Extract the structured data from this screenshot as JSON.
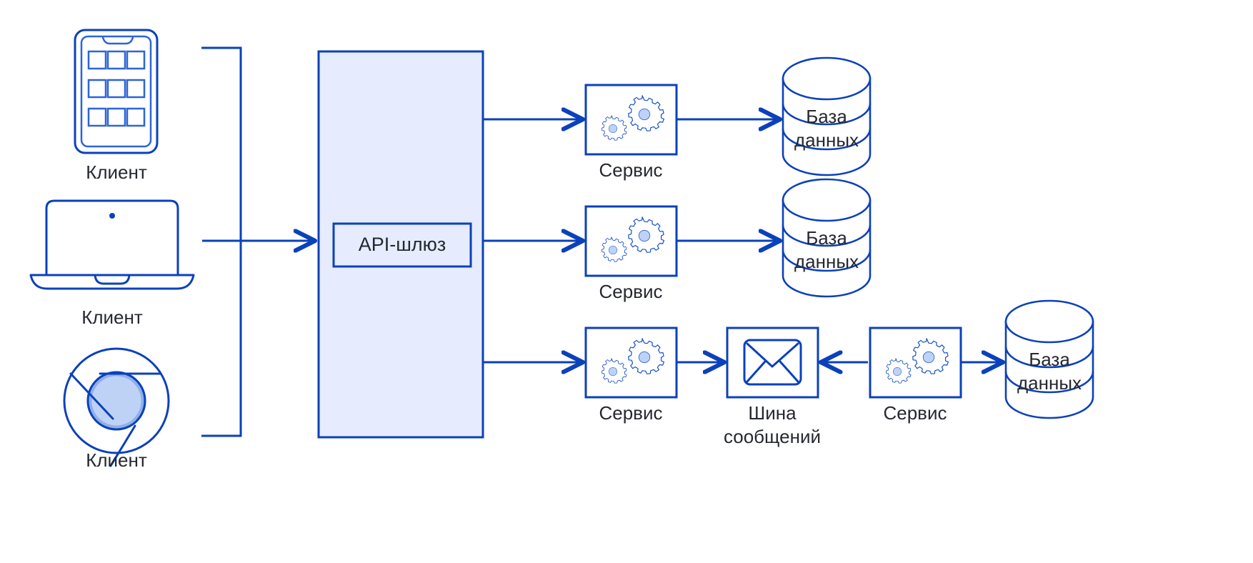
{
  "diagram": {
    "title": "Microservices architecture",
    "language": "ru",
    "colors": {
      "line": "#0b41ba",
      "line_light": "#2d64d8",
      "gateway_fill": "#e6ecfd",
      "accent_fill": "#bed2f5",
      "text": "#25282e",
      "background": "#ffffff"
    }
  },
  "clients": [
    {
      "id": "client-phone",
      "label": "Клиент",
      "icon": "mobile-phone-icon"
    },
    {
      "id": "client-laptop",
      "label": "Клиент",
      "icon": "laptop-icon"
    },
    {
      "id": "client-browser",
      "label": "Клиент",
      "icon": "browser-chrome-icon"
    }
  ],
  "gateway": {
    "label": "API-шлюз",
    "zone_name": "api-gateway-zone"
  },
  "services": [
    {
      "id": "service-1",
      "label": "Сервис",
      "icon": "gears-icon",
      "row": 1
    },
    {
      "id": "service-2",
      "label": "Сервис",
      "icon": "gears-icon",
      "row": 2
    },
    {
      "id": "service-3",
      "label": "Сервис",
      "icon": "gears-icon",
      "row": 3
    },
    {
      "id": "service-4",
      "label": "Сервис",
      "icon": "gears-icon",
      "row": 3
    }
  ],
  "databases": [
    {
      "id": "database-1",
      "label_line1": "База",
      "label_line2": "данных",
      "icon": "database-cylinder-icon",
      "row": 1
    },
    {
      "id": "database-2",
      "label_line1": "База",
      "label_line2": "данных",
      "icon": "database-cylinder-icon",
      "row": 2
    },
    {
      "id": "database-3",
      "label_line1": "База",
      "label_line2": "данных",
      "icon": "database-cylinder-icon",
      "row": 3
    }
  ],
  "message_bus": {
    "id": "message-bus",
    "label_line1": "Шина",
    "label_line2": "сообщений",
    "icon": "envelope-icon"
  },
  "connections": [
    {
      "from": "clients-bracket",
      "to": "api-gateway-zone",
      "direction": "right",
      "arrow": true
    },
    {
      "from": "api-gateway-zone",
      "to": "service-1",
      "direction": "right",
      "arrow": true
    },
    {
      "from": "api-gateway-zone",
      "to": "service-2",
      "direction": "right",
      "arrow": true
    },
    {
      "from": "api-gateway-zone",
      "to": "service-3",
      "direction": "right",
      "arrow": true
    },
    {
      "from": "service-1",
      "to": "database-1",
      "direction": "right",
      "arrow": true
    },
    {
      "from": "service-2",
      "to": "database-2",
      "direction": "right",
      "arrow": true
    },
    {
      "from": "service-3",
      "to": "message-bus",
      "direction": "right",
      "arrow": true
    },
    {
      "from": "service-4",
      "to": "message-bus",
      "direction": "left",
      "arrow": true
    },
    {
      "from": "service-4",
      "to": "database-3",
      "direction": "right",
      "arrow": true
    }
  ]
}
